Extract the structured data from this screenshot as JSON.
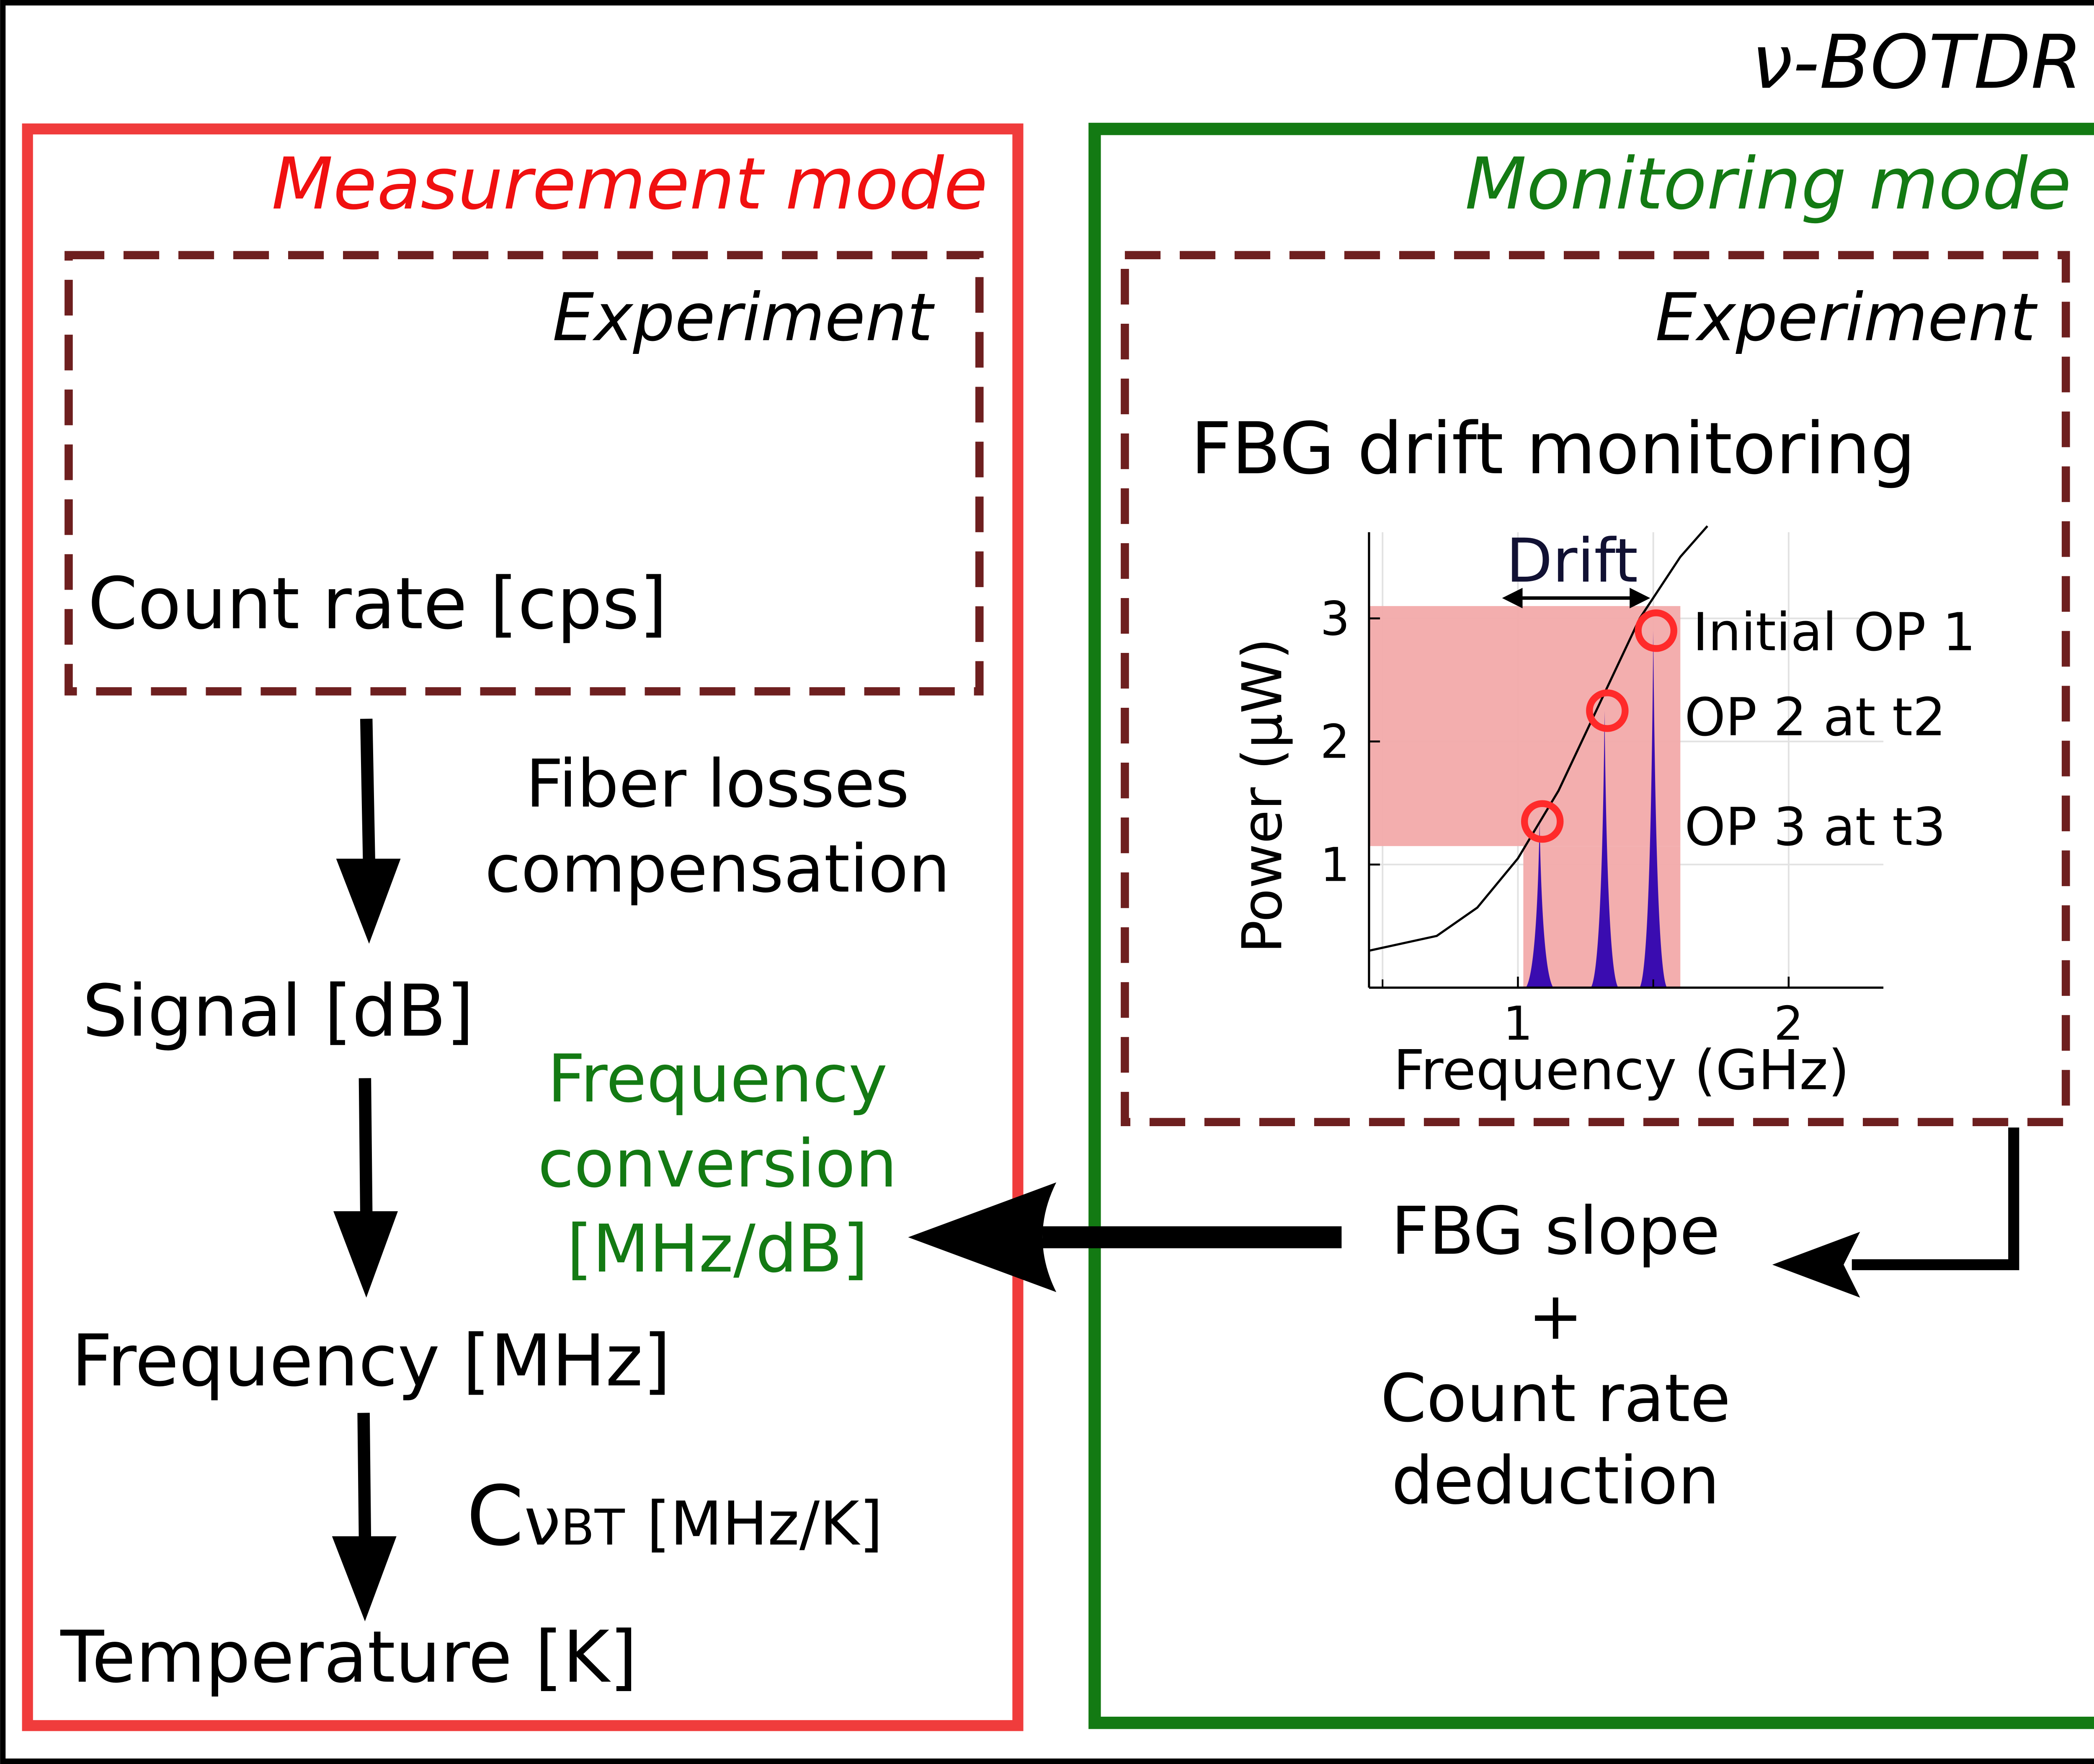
{
  "title": "ν-BOTDR",
  "measurement": {
    "heading": "Measurement mode",
    "experiment_label": "Experiment",
    "count_rate": "Count rate [cps]",
    "step1": [
      "Fiber losses",
      "compensation"
    ],
    "signal": "Signal [dB]",
    "conversion": [
      "Frequency",
      "conversion",
      "[MHz/dB]"
    ],
    "frequency": "Frequency [MHz]",
    "coef_main": "C",
    "coef_greek": "ν",
    "coef_sub": "BT",
    "coef_unit": "[MHz/K]",
    "temperature": "Temperature [K]"
  },
  "monitoring": {
    "heading": "Monitoring mode",
    "experiment_label": "Experiment",
    "fbg_title": "FBG drift monitoring",
    "slope": [
      "FBG slope",
      "+",
      "Count rate",
      "deduction"
    ]
  },
  "colors": {
    "measurement": "#f03c3c",
    "monitoring": "#137a13",
    "dashed_box": "#6e1f1f",
    "conversion_text": "#137a13",
    "band_fill": "#f2aaaa",
    "peak_fill": "#3a0cb0",
    "marker": "#ff2a2a"
  },
  "chart_data": {
    "type": "line",
    "xlabel": "Frequency (GHz)",
    "ylabel": "Power (µW)",
    "xlim": [
      0.45,
      2.35
    ],
    "ylim": [
      0,
      3.7
    ],
    "xticks": [
      1,
      2
    ],
    "yticks": [
      1,
      2,
      3
    ],
    "grid": true,
    "curve": {
      "x": [
        0.45,
        0.7,
        0.85,
        1.0,
        1.15,
        1.3,
        1.45,
        1.6,
        1.7
      ],
      "y": [
        0.3,
        0.42,
        0.65,
        1.05,
        1.6,
        2.3,
        3.0,
        3.5,
        3.75
      ]
    },
    "peaks": [
      {
        "x": 1.08,
        "y": 1.35
      },
      {
        "x": 1.32,
        "y": 2.25
      },
      {
        "x": 1.5,
        "y": 2.9
      }
    ],
    "band": {
      "x_min": 1.02,
      "x_max": 1.6,
      "y_min": 1.15,
      "y_max": 3.1
    },
    "annotations": {
      "drift": "Drift",
      "op1": "Initial OP 1",
      "op2": "OP 2 at t2",
      "op3": "OP 3 at t3"
    }
  }
}
